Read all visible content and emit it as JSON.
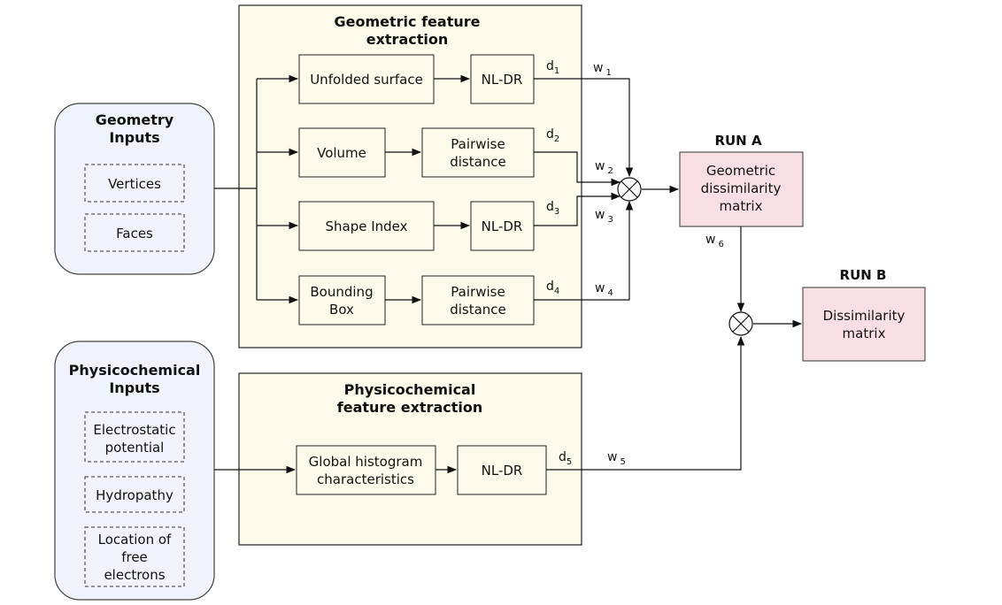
{
  "geometry_inputs": {
    "title_line1": "Geometry",
    "title_line2": "Inputs",
    "items": [
      "Vertices",
      "Faces"
    ]
  },
  "physicochemical_inputs": {
    "title_line1": "Physicochemical",
    "title_line2": "Inputs",
    "items": [
      [
        "Electrostatic",
        "potential"
      ],
      [
        "Hydropathy"
      ],
      [
        "Location of",
        "free",
        "electrons"
      ]
    ]
  },
  "geometric_extraction": {
    "title_line1": "Geometric feature",
    "title_line2": "extraction",
    "unfolded_surface": "Unfolded surface",
    "nldr_1": "NL-DR",
    "volume": "Volume",
    "pairwise_1": [
      "Pairwise",
      "distance"
    ],
    "shape_index": "Shape Index",
    "nldr_3": "NL-DR",
    "bounding_box": [
      "Bounding",
      "Box"
    ],
    "pairwise_4": [
      "Pairwise",
      "distance"
    ]
  },
  "physicochemical_extraction": {
    "title_line1": "Physicochemical",
    "title_line2": "feature extraction",
    "histogram": [
      "Global histogram",
      "characteristics"
    ],
    "nldr": "NL-DR"
  },
  "run_a": {
    "label": "RUN A",
    "box": [
      "Geometric",
      "dissimilarity",
      "matrix"
    ]
  },
  "run_b": {
    "label": "RUN B",
    "box": [
      "Dissimilarity",
      "matrix"
    ]
  },
  "distances": [
    {
      "base": "d",
      "sub": "1"
    },
    {
      "base": "d",
      "sub": "2"
    },
    {
      "base": "d",
      "sub": "3"
    },
    {
      "base": "d",
      "sub": "4"
    },
    {
      "base": "d",
      "sub": "5"
    }
  ],
  "weights": [
    {
      "base": "w",
      "sub": "1"
    },
    {
      "base": "w",
      "sub": "2"
    },
    {
      "base": "w",
      "sub": "3"
    },
    {
      "base": "w",
      "sub": "4"
    },
    {
      "base": "w",
      "sub": "5"
    },
    {
      "base": "w",
      "sub": "6"
    }
  ],
  "colors": {
    "panel_fill": "#fdfbea",
    "input_fill": "#eef3fc",
    "result_fill": "#f8dfe3",
    "stroke": "#111111"
  }
}
